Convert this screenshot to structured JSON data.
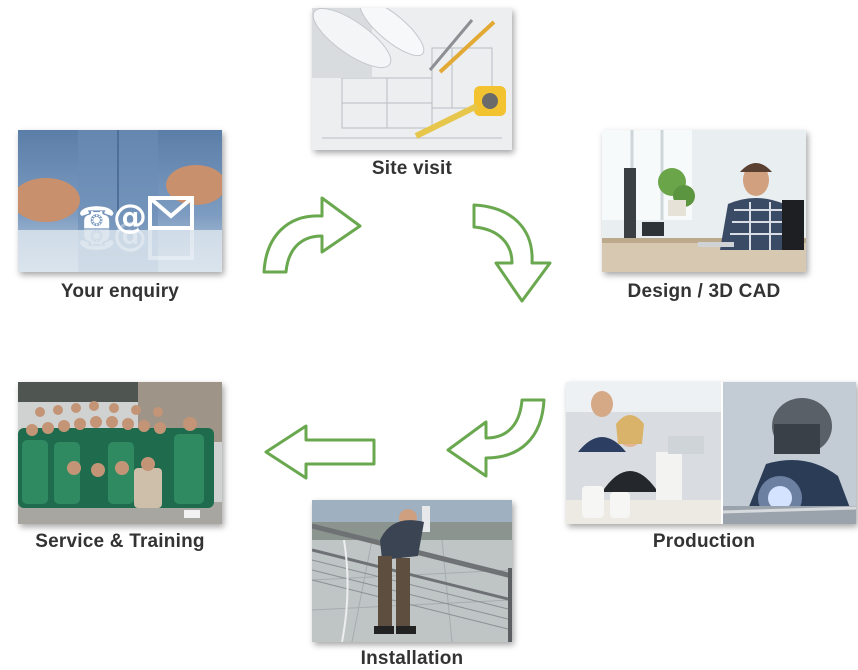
{
  "steps": {
    "enquiry": {
      "label": "Your enquiry",
      "image": "contact-hands-phone-at-mail"
    },
    "site_visit": {
      "label": "Site visit",
      "image": "blueprints-tape-measure-pencils"
    },
    "design": {
      "label": "Design / 3D CAD",
      "image": "engineer-at-cad-desk"
    },
    "production": {
      "label": "Production",
      "image": "workers-and-welder"
    },
    "installation": {
      "label": "Installation",
      "image": "worker-fitting-railing-on-roof"
    },
    "service": {
      "label": "Service & Training",
      "image": "group-of-service-technicians"
    }
  },
  "colors": {
    "arrow_stroke": "#6aa84f",
    "arrow_fill": "#ffffff",
    "caption": "#333333"
  }
}
